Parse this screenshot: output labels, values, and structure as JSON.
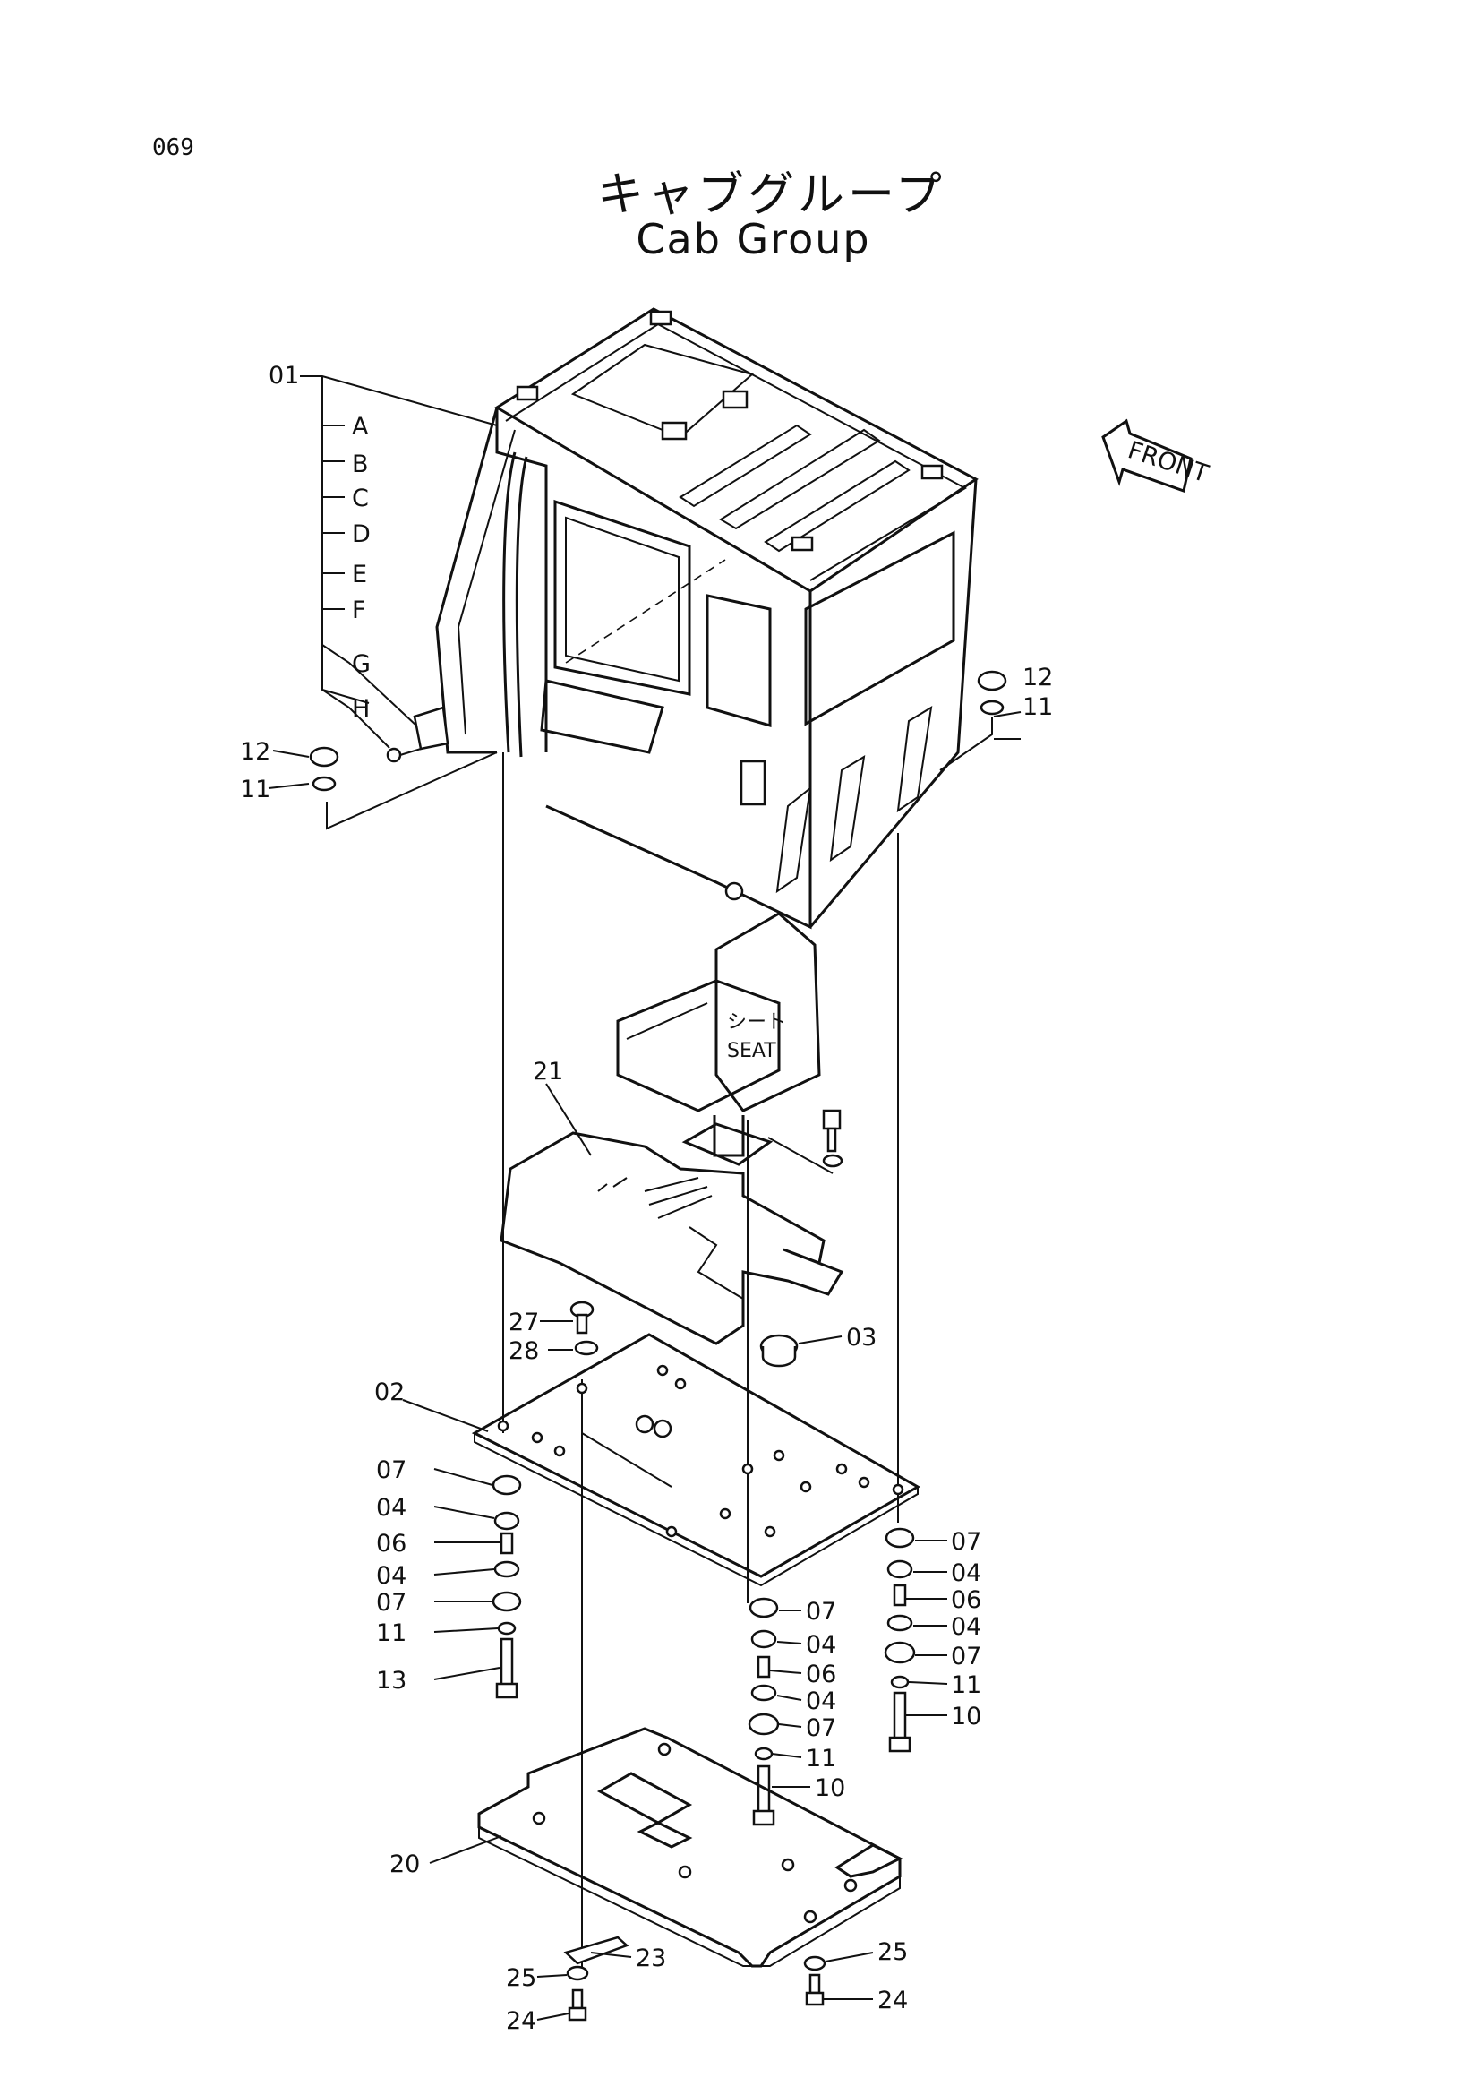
{
  "page_number": "069",
  "title_jp": "キャブグループ",
  "title_en": "Cab Group",
  "front_arrow_label": "FRONT",
  "seat_label_jp": "シート",
  "seat_label_en": "SEAT",
  "callouts": {
    "c01": "01",
    "cA": "A",
    "cB": "B",
    "cC": "C",
    "cD": "D",
    "cE": "E",
    "cF": "F",
    "cG": "G",
    "cH": "H",
    "c12_left": "12",
    "c11_left": "11",
    "c12_right": "12",
    "c11_right": "11",
    "c21": "21",
    "c27": "27",
    "c28": "28",
    "c03": "03",
    "c02": "02",
    "l07a": "07",
    "l04a": "04",
    "l06": "06",
    "l04b": "04",
    "l07b": "07",
    "l11": "11",
    "l13": "13",
    "m07a": "07",
    "m04a": "04",
    "m06": "06",
    "m04b": "04",
    "m07b": "07",
    "m11": "11",
    "m10": "10",
    "r07a": "07",
    "r04a": "04",
    "r06": "06",
    "r04b": "04",
    "r07b": "07",
    "r11": "11",
    "r10": "10",
    "c20": "20",
    "c23": "23",
    "c25_left": "25",
    "c24_left": "24",
    "c25_right": "25",
    "c24_right": "24"
  }
}
